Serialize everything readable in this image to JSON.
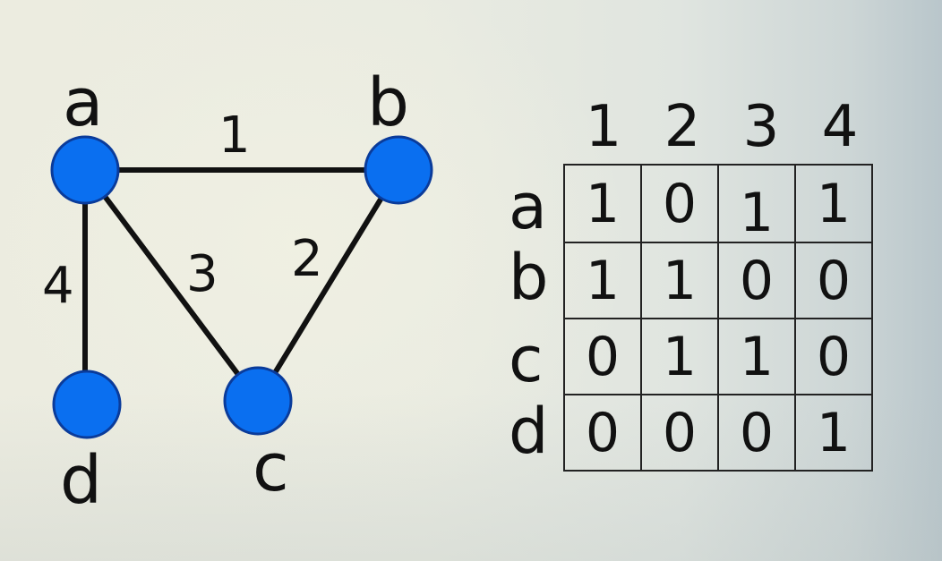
{
  "graph": {
    "nodes": [
      {
        "id": "a",
        "label": "a",
        "color": "#0a6ff0"
      },
      {
        "id": "b",
        "label": "b",
        "color": "#0a6ff0"
      },
      {
        "id": "c",
        "label": "c",
        "color": "#0a6ff0"
      },
      {
        "id": "d",
        "label": "d",
        "color": "#0a6ff0"
      }
    ],
    "edges": [
      {
        "label": "1",
        "from": "a",
        "to": "b"
      },
      {
        "label": "2",
        "from": "b",
        "to": "c"
      },
      {
        "label": "3",
        "from": "a",
        "to": "c"
      },
      {
        "label": "4",
        "from": "a",
        "to": "d"
      }
    ]
  },
  "matrix": {
    "columns": [
      "1",
      "2",
      "3",
      "4"
    ],
    "rows": [
      {
        "label": "a",
        "cells": [
          "1",
          "0",
          "1",
          "1"
        ]
      },
      {
        "label": "b",
        "cells": [
          "1",
          "1",
          "0",
          "0"
        ]
      },
      {
        "label": "c",
        "cells": [
          "0",
          "1",
          "1",
          "0"
        ]
      },
      {
        "label": "d",
        "cells": [
          "0",
          "0",
          "0",
          "1"
        ]
      }
    ]
  }
}
